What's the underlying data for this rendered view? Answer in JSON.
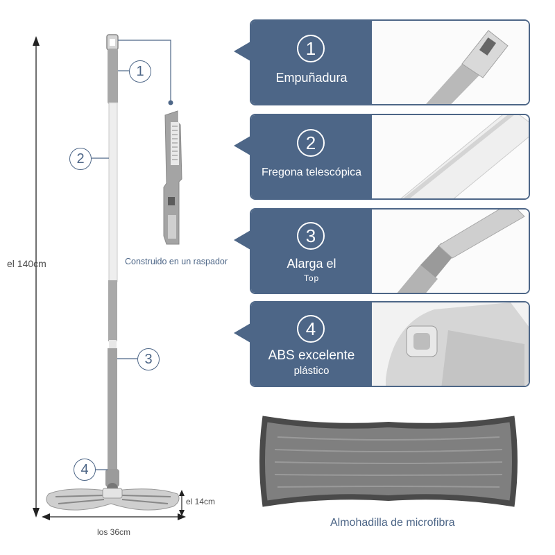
{
  "colors": {
    "accent": "#4d6687",
    "mop_grey": "#a9a9a9",
    "pad_border": "#4a4a4a"
  },
  "dimensions": {
    "height_label": "el 140cm",
    "width_label": "los 36cm",
    "depth_label": "el 14cm"
  },
  "callouts": [
    "1",
    "2",
    "3",
    "4"
  ],
  "scraper_label": "Construido en un raspador",
  "features": [
    {
      "number": "1",
      "line1": "Empuñadura",
      "line2": ""
    },
    {
      "number": "2",
      "line1": "Fregona telescópica",
      "line2": ""
    },
    {
      "number": "3",
      "line1": "Alarga el",
      "line2": "Top"
    },
    {
      "number": "4",
      "line1": "ABS excelente",
      "line2": "plástico"
    }
  ],
  "pad_label": "Almohadilla de microfibra",
  "icons": {
    "arrow": "double-arrow-icon",
    "scraper": "scraper-icon"
  }
}
